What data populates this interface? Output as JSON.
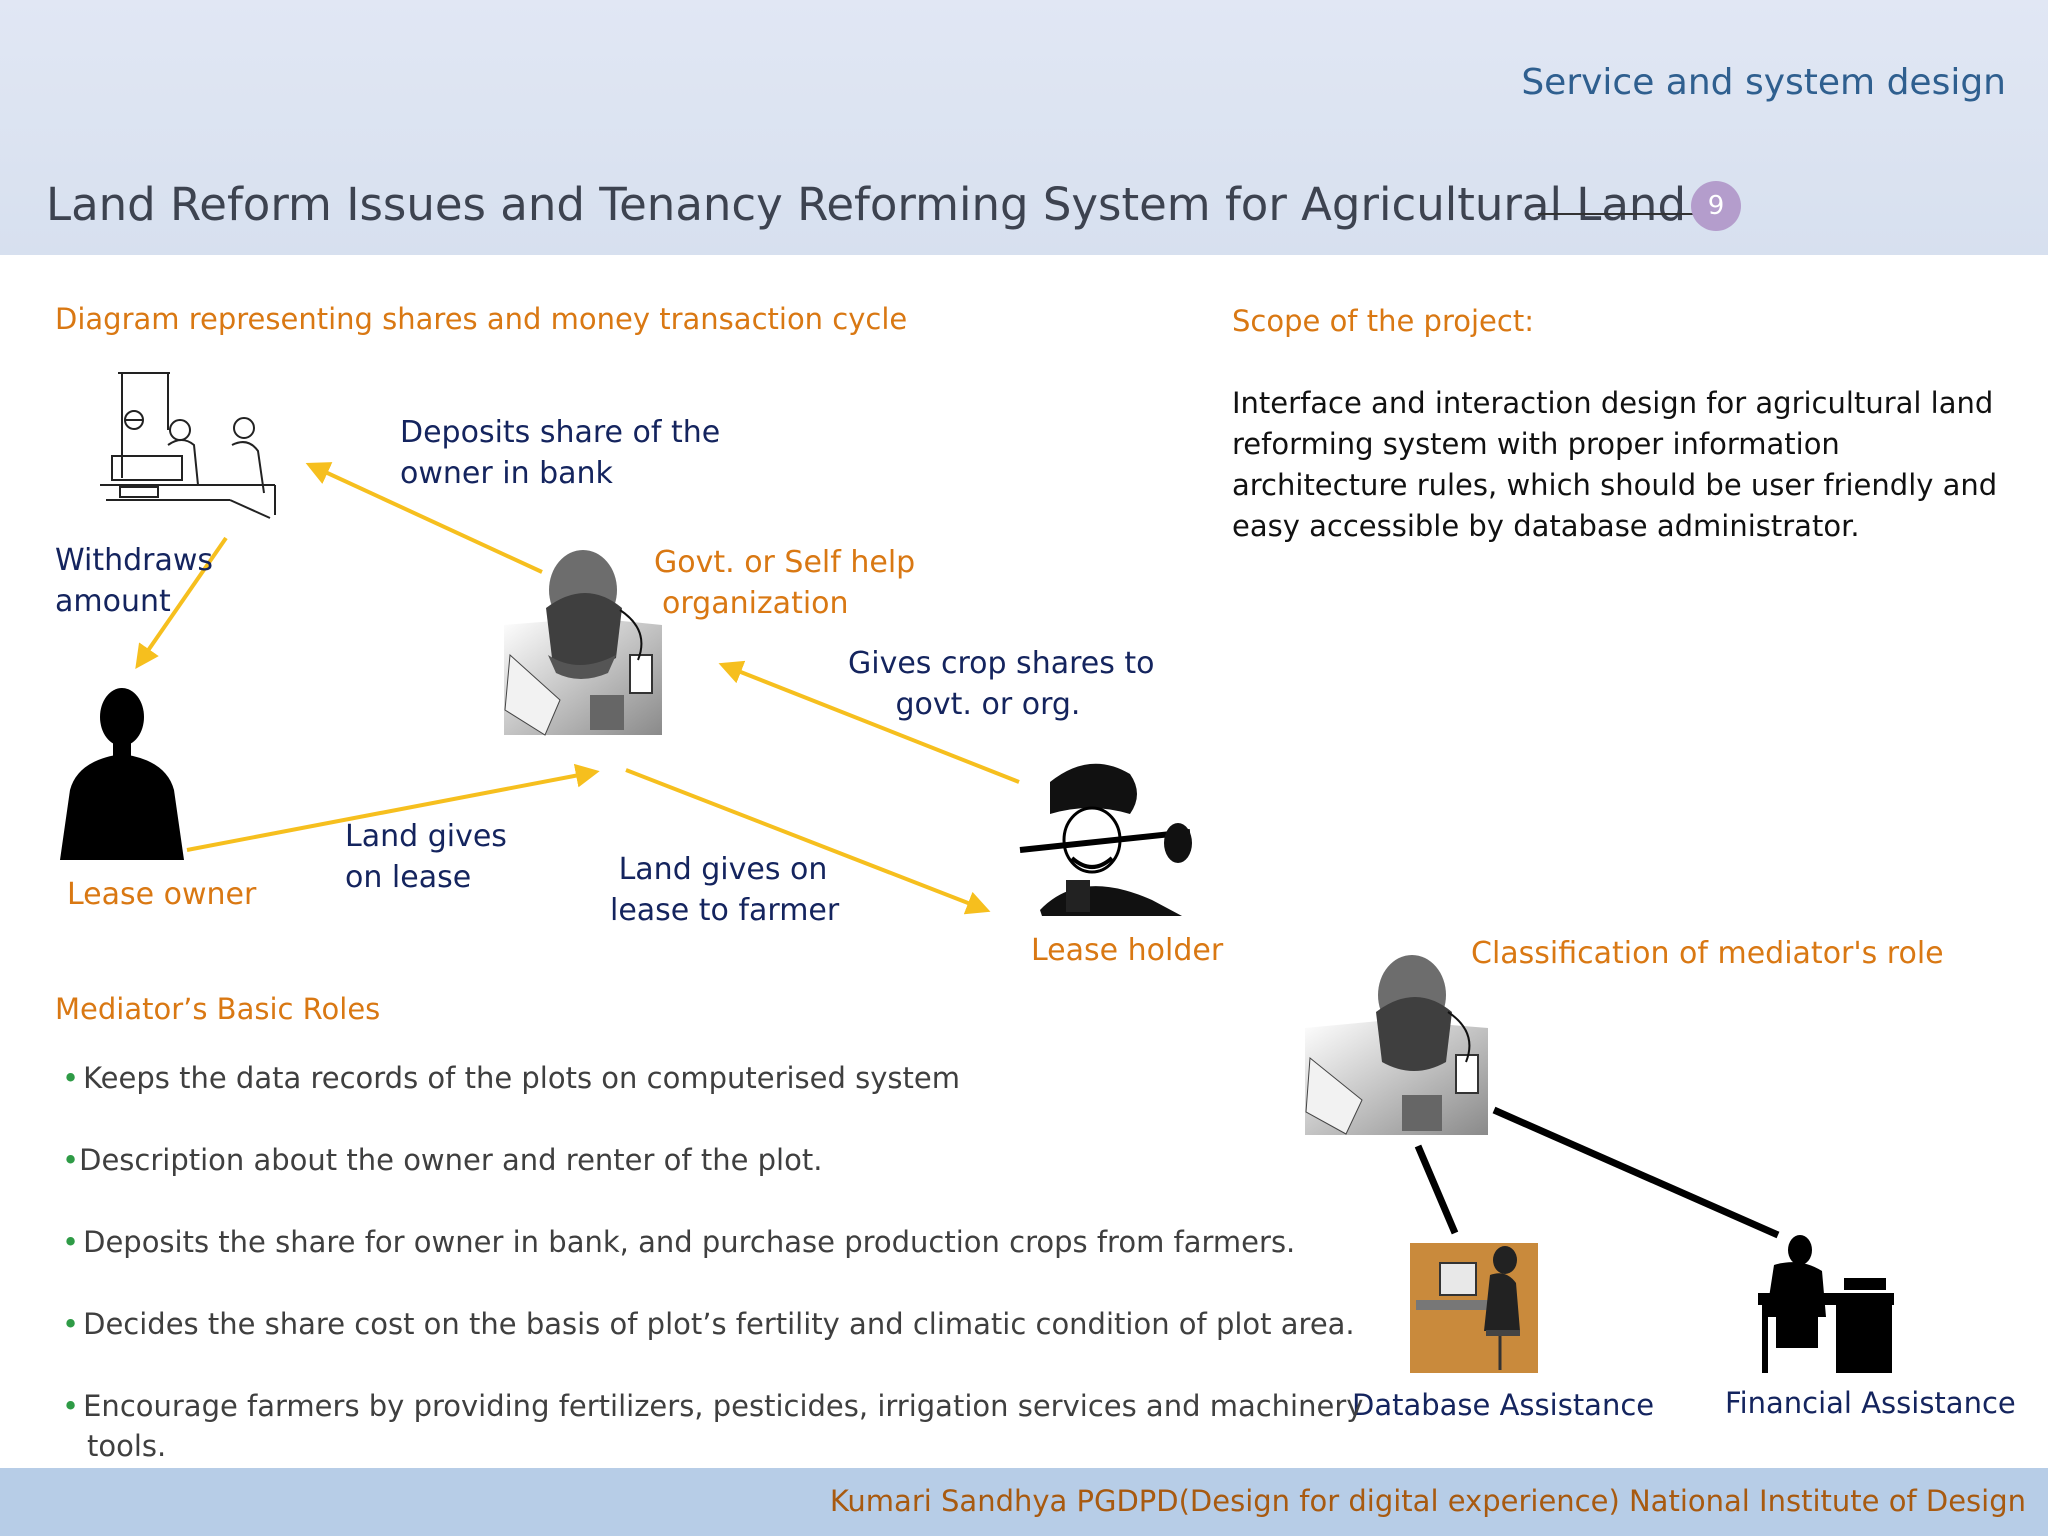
{
  "header": {
    "course": "Service and system design",
    "title": "Land Reform Issues and Tenancy Reforming System for Agricultural Land",
    "page_number": "9"
  },
  "diagram": {
    "heading": "Diagram representing  shares and money transaction cycle",
    "labels": {
      "deposits_line1": "Deposits share of the",
      "deposits_line2": "owner in bank",
      "withdraws_line1": "Withdraws",
      "withdraws_line2": "amount",
      "govt_line1": "Govt. or Self help",
      "govt_line2": "organization",
      "gives_crop_line1": "Gives crop shares to",
      "gives_crop_line2": "govt. or org.",
      "land_lease_line1": "Land gives",
      "land_lease_line2": "on lease",
      "land_farmer_line1": "Land gives on",
      "land_farmer_line2": "lease to farmer",
      "lease_owner": "Lease owner",
      "lease_holder": "Lease holder"
    },
    "arrow_color": "#f6bf1e"
  },
  "scope": {
    "heading": "Scope of the project:",
    "lines": [
      "Interface and interaction design for agricultural land",
      "reforming system with proper information",
      "architecture rules, which should be user friendly and",
      "easy accessible by database  administrator."
    ]
  },
  "roles": {
    "heading": "Mediator’s Basic Roles",
    "items": [
      {
        "dot": "•",
        "text": "Keeps the data records of the plots on computerised system"
      },
      {
        "dot": "•",
        "text": "Description about the owner and renter of the plot."
      },
      {
        "dot": "•",
        "text": "Deposits the share for owner in bank, and purchase production crops from farmers."
      },
      {
        "dot": "•",
        "text": "Decides the share cost on the basis of plot’s fertility  and climatic condition of plot area."
      },
      {
        "dot": "•",
        "text": "Encourage farmers by providing fertilizers, pesticides, irrigation services and machinery"
      }
    ],
    "last_item_continuation": "tools."
  },
  "classification": {
    "heading": "Classification of mediator's role",
    "database": "Database  Assistance",
    "financial": "Financial Assistance"
  },
  "footer": {
    "credit": "Kumari Sandhya   PGDPD(Design for digital experience) National Institute of Design"
  },
  "colors": {
    "accent_orange": "#d97813",
    "navy": "#14245e",
    "header_blue": "#2f5f8f",
    "page_badge": "#b49dcc",
    "bullet_green": "#2e9b46"
  }
}
